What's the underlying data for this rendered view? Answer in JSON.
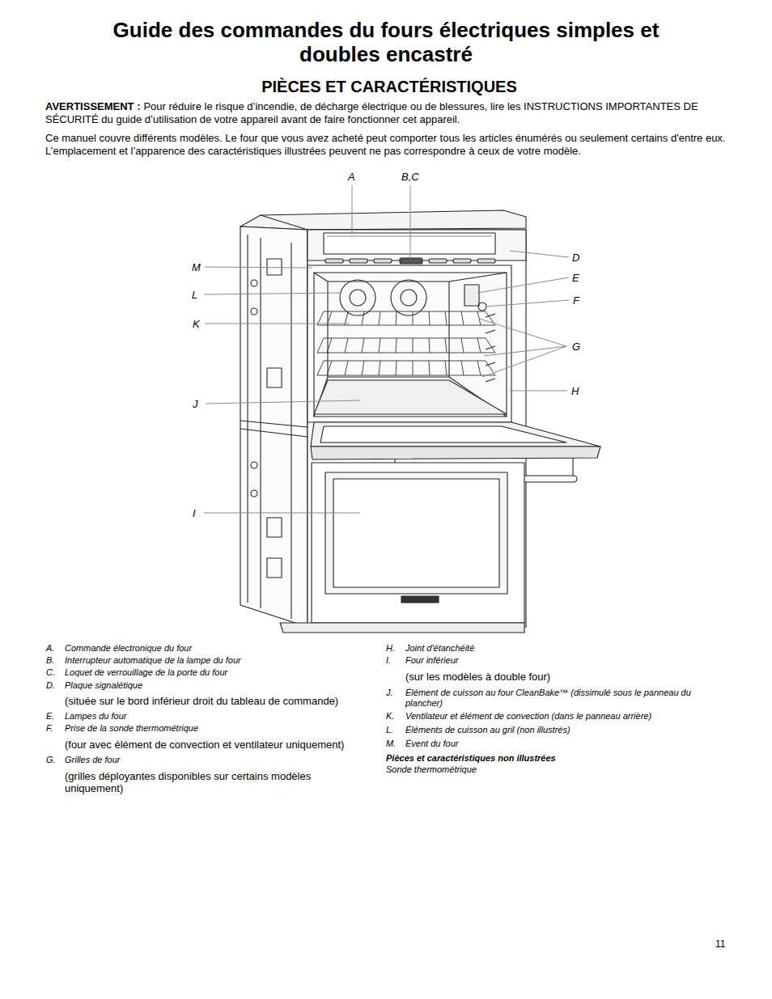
{
  "diagram": {
    "title": "Guide des commandes du fours électriques simples et doubles encastré",
    "labels": [
      "PIÈCES ET CARACTÉRISTIQUES",
      "AVERTISSEMENT :",
      "Pour réduire le risque d’incendie, de décharge électrique ou de blessures, lire les INSTRUCTIONS IMPORTANTES DE SÉCURITÉ du guide d’utilisation de votre appareil avant de faire fonctionner cet appareil.",
      "Ce manuel couvre différents modèles. Le four que vous avez acheté peut comporter tous les articles énumérés ou seulement certains d'entre eux. L’emplacement et l’apparence des caractéristiques illustrées peuvent ne pas correspondre à ceux de votre modèle.",
      "A",
      "B,C",
      "M",
      "L",
      "K",
      "J",
      "I",
      "D",
      "E",
      "F",
      "G",
      "H",
      "A.",
      "Commande électronique du four",
      "B.",
      "Interrupteur automatique de la lampe du four",
      "C.",
      "Loquet de verrouillage de la porte du four",
      "D.",
      "Plaque signalétique",
      "(située sur le bord inférieur droit du tableau de commande)",
      "E.",
      "Lampes du four",
      "F.",
      "Prise de la sonde thermométrique",
      "(four avec élément de convection et ventilateur uniquement)",
      "G.",
      "Grilles de four",
      "(grilles déployantes disponibles sur certains modèles uniquement)",
      "H.",
      "Joint d'étanchéité",
      "I.",
      "Four inférieur",
      "(sur les modèles à double four)",
      "J.",
      "Élément de cuisson au four CleanBake™ (dissimulé sous le panneau du plancher)",
      "K.",
      "Ventilateur et élément de convection (dans le panneau arrière)",
      "L.",
      "Éléments de cuisson au gril (non illustrés)",
      "M.",
      "Évent du four",
      "Pièces et caractéristiques non illustrées",
      "Sonde thermométrique",
      "11"
    ]
  }
}
